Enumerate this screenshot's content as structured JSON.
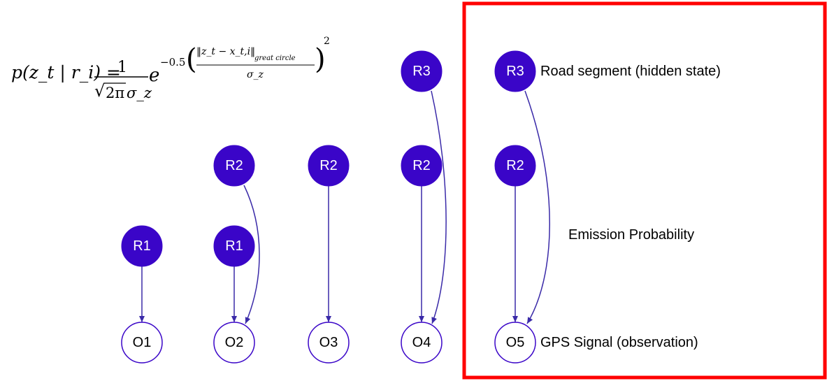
{
  "colors": {
    "state_fill": "#3a05c8",
    "state_text": "#ffffff",
    "observation_stroke": "#3a05c8",
    "observation_text": "#000000",
    "edge": "#3a2aa8",
    "highlight_box": "#ff0000"
  },
  "formula": {
    "lhs": "p(z_t | r_i) =",
    "numerator": "1",
    "sqrt": "√",
    "two_pi": "2π",
    "sigma": "σ_z",
    "base": "e",
    "exponent_coef": "−0.5",
    "norm_expr": "‖z_t − x_t,i‖",
    "norm_sub": "great  circle",
    "exponent_den": "σ_z",
    "power": "2"
  },
  "states": {
    "O1": "O1",
    "O2": "O2",
    "O3": "O3",
    "O4": "O4",
    "O5": "O5",
    "t1_R1": "R1",
    "t2_R2": "R2",
    "t2_R1": "R1",
    "t3_R2": "R2",
    "t4_R3": "R3",
    "t4_R2": "R2",
    "t5_R3": "R3",
    "t5_R2": "R2"
  },
  "labels": {
    "hidden": "Road segment (hidden state)",
    "emission": "Emission Probability",
    "observation": "GPS Signal (observation)"
  }
}
